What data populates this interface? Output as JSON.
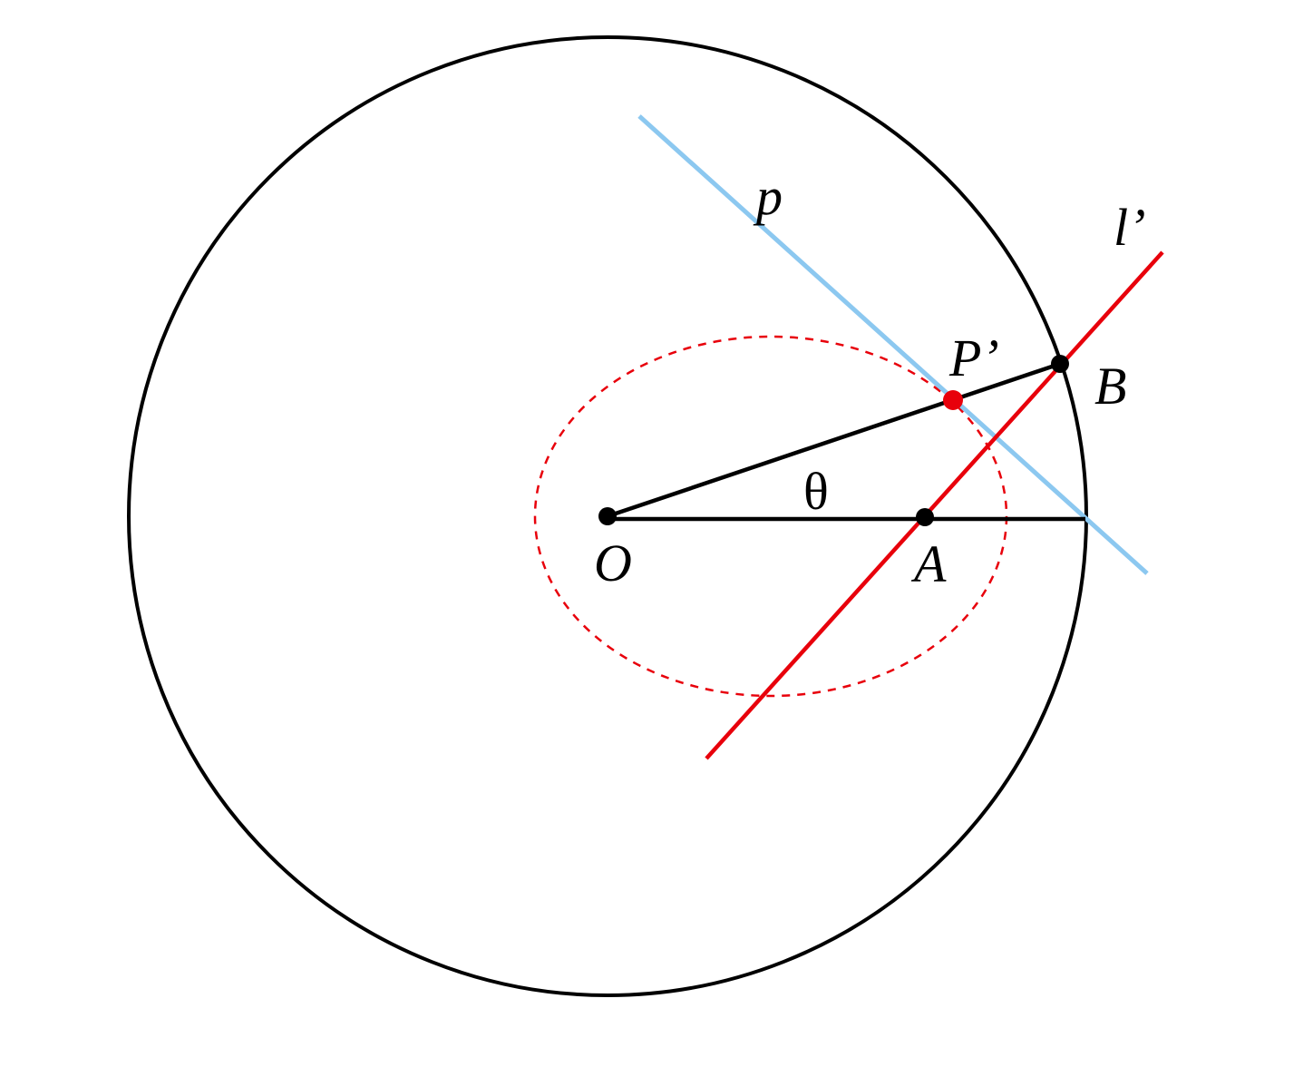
{
  "labels": {
    "p": "p",
    "l_prime": "l’",
    "p_prime": "P’",
    "b": "B",
    "theta": "θ",
    "o": "O",
    "a": "A"
  },
  "colors": {
    "circle": "#000000",
    "segments": "#000000",
    "line_p": "#8cc8f0",
    "line_l_prime": "#e8000b",
    "dashed_circle": "#e8000b",
    "point_p_prime": "#e8000b",
    "points": "#000000"
  }
}
